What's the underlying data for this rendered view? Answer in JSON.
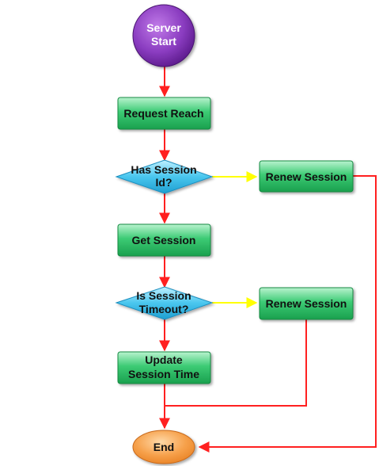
{
  "nodes": {
    "server_start": {
      "line1": "Server",
      "line2": "Start"
    },
    "request_reach": {
      "label": "Request Reach"
    },
    "has_session_id": {
      "line1": "Has Session",
      "line2": "Id?"
    },
    "renew_session_1": {
      "label": "Renew Session"
    },
    "get_session": {
      "label": "Get Session"
    },
    "is_session_timeout": {
      "line1": "Is Session",
      "line2": "Timeout?"
    },
    "renew_session_2": {
      "label": "Renew Session"
    },
    "update_session_time": {
      "line1": "Update",
      "line2": "Session Time"
    },
    "end": {
      "label": "End"
    }
  },
  "colors": {
    "start_fill": "#7a2fa8",
    "process_fill": "#22b35a",
    "decision_fill": "#35b9e6",
    "end_fill": "#f39a3a",
    "main_flow": "#ff2020",
    "branch_flow": "#ffff00"
  }
}
